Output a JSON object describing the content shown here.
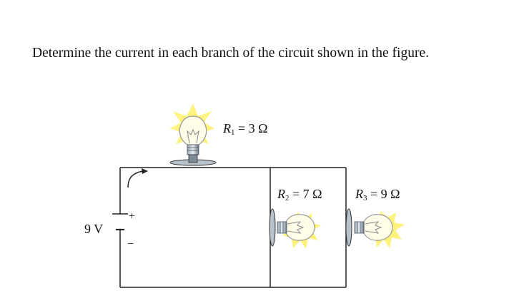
{
  "question": "Determine the current in each branch of the circuit shown in the figure.",
  "circuit": {
    "battery": {
      "label": "9 V",
      "plus": "+",
      "minus": "−"
    },
    "resistors": [
      {
        "sym": "R",
        "sub": "1",
        "value": "= 3 Ω"
      },
      {
        "sym": "R",
        "sub": "2",
        "value": "= 7 Ω"
      },
      {
        "sym": "R",
        "sub": "3",
        "value": "= 9 Ω"
      }
    ]
  },
  "colors": {
    "wire": "#222222",
    "glow": "#fff27a",
    "glow_core": "#ffe800",
    "base": "#5a6a78"
  }
}
